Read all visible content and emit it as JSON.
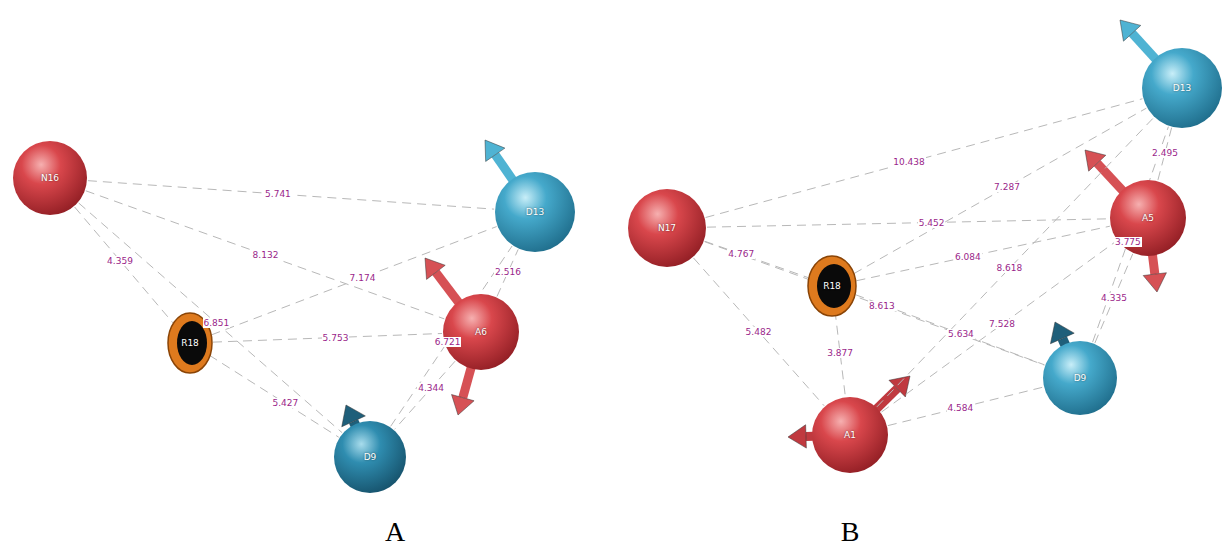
{
  "diagram": {
    "nodes": [
      {
        "text": [
          "N16"
        ]
      },
      {
        "text": [
          "D13"
        ]
      },
      {
        "text": [
          "R18"
        ]
      },
      {
        "text": [
          "A6"
        ]
      },
      {
        "text": [
          "D9"
        ]
      },
      {
        "text": [
          "N17"
        ]
      },
      {
        "text": [
          "R18"
        ]
      },
      {
        "text": [
          "D13"
        ]
      },
      {
        "text": [
          "A5"
        ]
      },
      {
        "text": [
          "D9"
        ]
      },
      {
        "text": [
          "A1"
        ]
      }
    ],
    "edges": [
      {
        "from": 0,
        "to": 1,
        "arrow": "none",
        "label": "5.741"
      },
      {
        "from": 0,
        "to": 2,
        "arrow": "none",
        "label": "4.359"
      },
      {
        "from": 0,
        "to": 3,
        "arrow": "none",
        "label": "8.132"
      },
      {
        "from": 0,
        "to": 4,
        "arrow": "none",
        "label": "6.851"
      },
      {
        "from": 2,
        "to": 1,
        "arrow": "none",
        "label": "7.174"
      },
      {
        "from": 2,
        "to": 3,
        "arrow": "none",
        "label": "5.753"
      },
      {
        "from": 2,
        "to": 4,
        "arrow": "none",
        "label": "5.427"
      },
      {
        "from": 3,
        "to": 1,
        "arrow": "none",
        "label": "2.516"
      },
      {
        "from": 3,
        "to": 4,
        "arrow": "none",
        "label": "4.344"
      },
      {
        "from": 4,
        "to": 1,
        "arrow": "none",
        "label": "6.721"
      },
      {
        "from": 5,
        "to": 7,
        "arrow": "none",
        "label": "10.438"
      },
      {
        "from": 5,
        "to": 8,
        "arrow": "none",
        "label": "5.452"
      },
      {
        "from": 5,
        "to": 6,
        "arrow": "none",
        "label": "4.767"
      },
      {
        "from": 5,
        "to": 10,
        "arrow": "none",
        "label": "5.482"
      },
      {
        "from": 5,
        "to": 9,
        "arrow": "none",
        "label": "8.613"
      },
      {
        "from": 6,
        "to": 7,
        "arrow": "none",
        "label": "7.287"
      },
      {
        "from": 6,
        "to": 8,
        "arrow": "none",
        "label": "6.084"
      },
      {
        "from": 6,
        "to": 9,
        "arrow": "none",
        "label": "5.634"
      },
      {
        "from": 6,
        "to": 10,
        "arrow": "none",
        "label": "3.877"
      },
      {
        "from": 7,
        "to": 8,
        "arrow": "none",
        "label": "2.495"
      },
      {
        "from": 9,
        "to": 7,
        "arrow": "none",
        "label": "3.775"
      },
      {
        "from": 9,
        "to": 8,
        "arrow": "none",
        "label": "4.335"
      },
      {
        "from": 10,
        "to": 9,
        "arrow": "none",
        "label": "4.584"
      },
      {
        "from": 10,
        "to": 7,
        "arrow": "none",
        "label": "8.618"
      },
      {
        "from": 10,
        "to": 8,
        "arrow": "none",
        "label": "7.528"
      }
    ],
    "labels": [
      "A",
      "B"
    ]
  }
}
